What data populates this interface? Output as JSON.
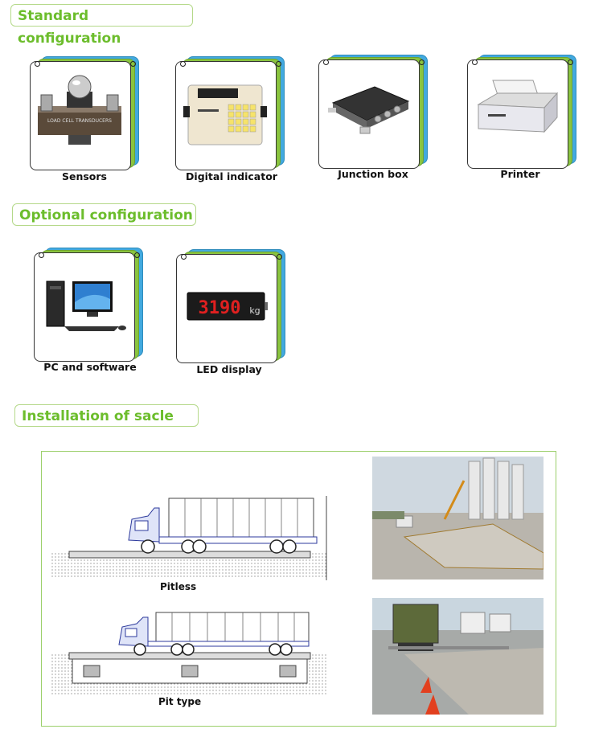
{
  "sections": {
    "standard": "Standard configuration",
    "optional": "Optional configuration",
    "installation": "Installation of sacle"
  },
  "standard_items": [
    {
      "label": "Sensors",
      "icon": "load-cell-sensor-icon"
    },
    {
      "label": "Digital indicator",
      "icon": "digital-indicator-icon"
    },
    {
      "label": "Junction box",
      "icon": "junction-box-icon"
    },
    {
      "label": "Printer",
      "icon": "printer-icon"
    }
  ],
  "optional_items": [
    {
      "label": "PC and software",
      "icon": "pc-icon"
    },
    {
      "label": "LED display",
      "icon": "led-display-icon"
    }
  ],
  "sensor_text": "LOAD CELL TRANSDUCERS",
  "led_value": "3190",
  "led_unit": "kg",
  "installation": {
    "pitless_label": "Pitless",
    "pit_label": "Pit type"
  },
  "colors": {
    "accent": "#6cbd2c",
    "border": "#b5d98a",
    "blue": "#42a9df",
    "green": "#8ac43f"
  }
}
